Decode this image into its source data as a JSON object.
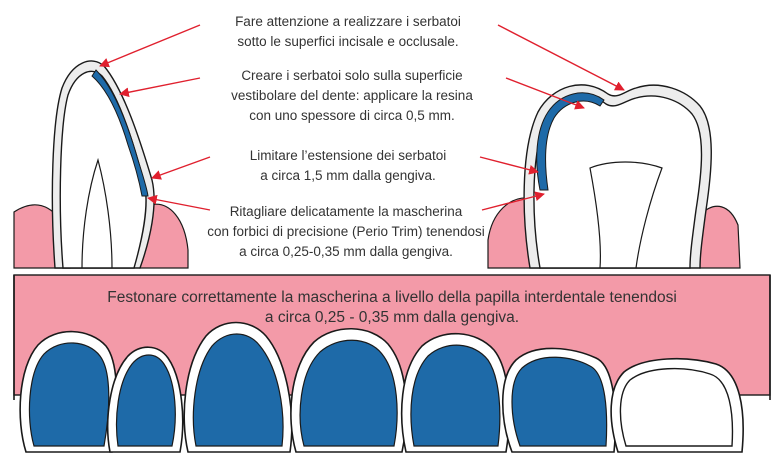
{
  "colors": {
    "gum": "#f39aa8",
    "reservoir": "#1e6aa8",
    "arrow": "#e0202e",
    "outline": "#1a1a1a",
    "tooth": "#ffffff",
    "tooth_shadow": "#ececec",
    "text": "#333333"
  },
  "notes": [
    {
      "id": "incisal",
      "text": "Fare attenzione a realizzare i serbatoi\nsotto le superfici incisale e occlusale."
    },
    {
      "id": "vestibular",
      "text": "Creare i serbatoi solo sulla superficie\nvestibolare del dente: applicare la resina\ncon uno spessore di circa 0,5 mm."
    },
    {
      "id": "extension",
      "text": "Limitare l’estensione dei serbatoi\na circa 1,5 mm dalla gengiva."
    },
    {
      "id": "trim",
      "text": "Ritagliare delicatamente la mascherina\ncon forbici di precisione (Perio Trim) tenendosi\na circa 0,25-0,35 mm dalla gengiva."
    }
  ],
  "festoon": {
    "text": "Festonare correttamente la mascherina a livello della papilla interdentale tenendosi\na circa 0,25 - 0,35 mm dalla gengiva."
  },
  "arch": {
    "teeth": [
      {
        "id": "molar-1",
        "reservoir": true
      },
      {
        "id": "incisor-lateral",
        "reservoir": true
      },
      {
        "id": "canine",
        "reservoir": true
      },
      {
        "id": "premolar-1",
        "reservoir": true
      },
      {
        "id": "premolar-2",
        "reservoir": true
      },
      {
        "id": "molar-2",
        "reservoir": true
      },
      {
        "id": "molar-3",
        "reservoir": false
      }
    ]
  }
}
